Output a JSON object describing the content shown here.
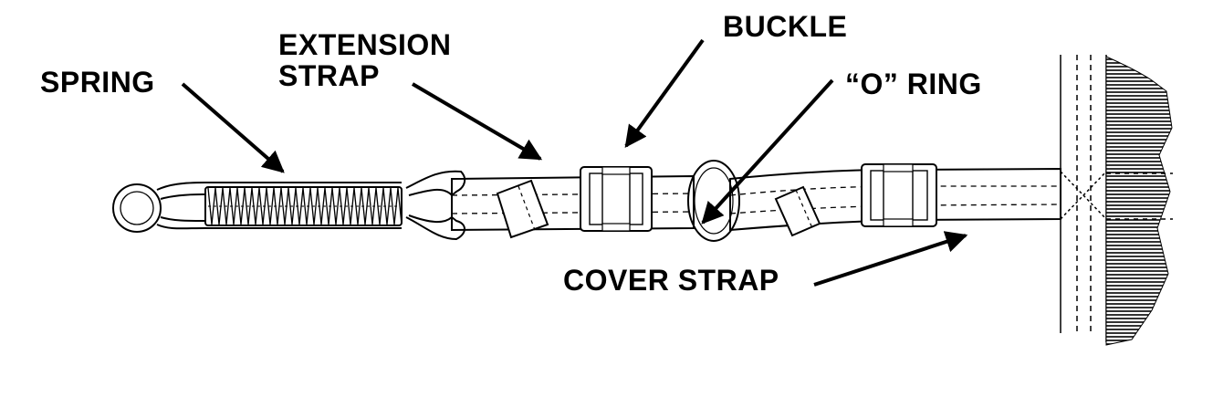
{
  "labels": {
    "spring": "SPRING",
    "extension_strap_line1": "EXTENSION",
    "extension_strap_line2": "STRAP",
    "buckle": "BUCKLE",
    "o_ring": "“O” RING",
    "cover_strap": "COVER STRAP"
  },
  "colors": {
    "ink": "#000000",
    "background": "#ffffff"
  }
}
